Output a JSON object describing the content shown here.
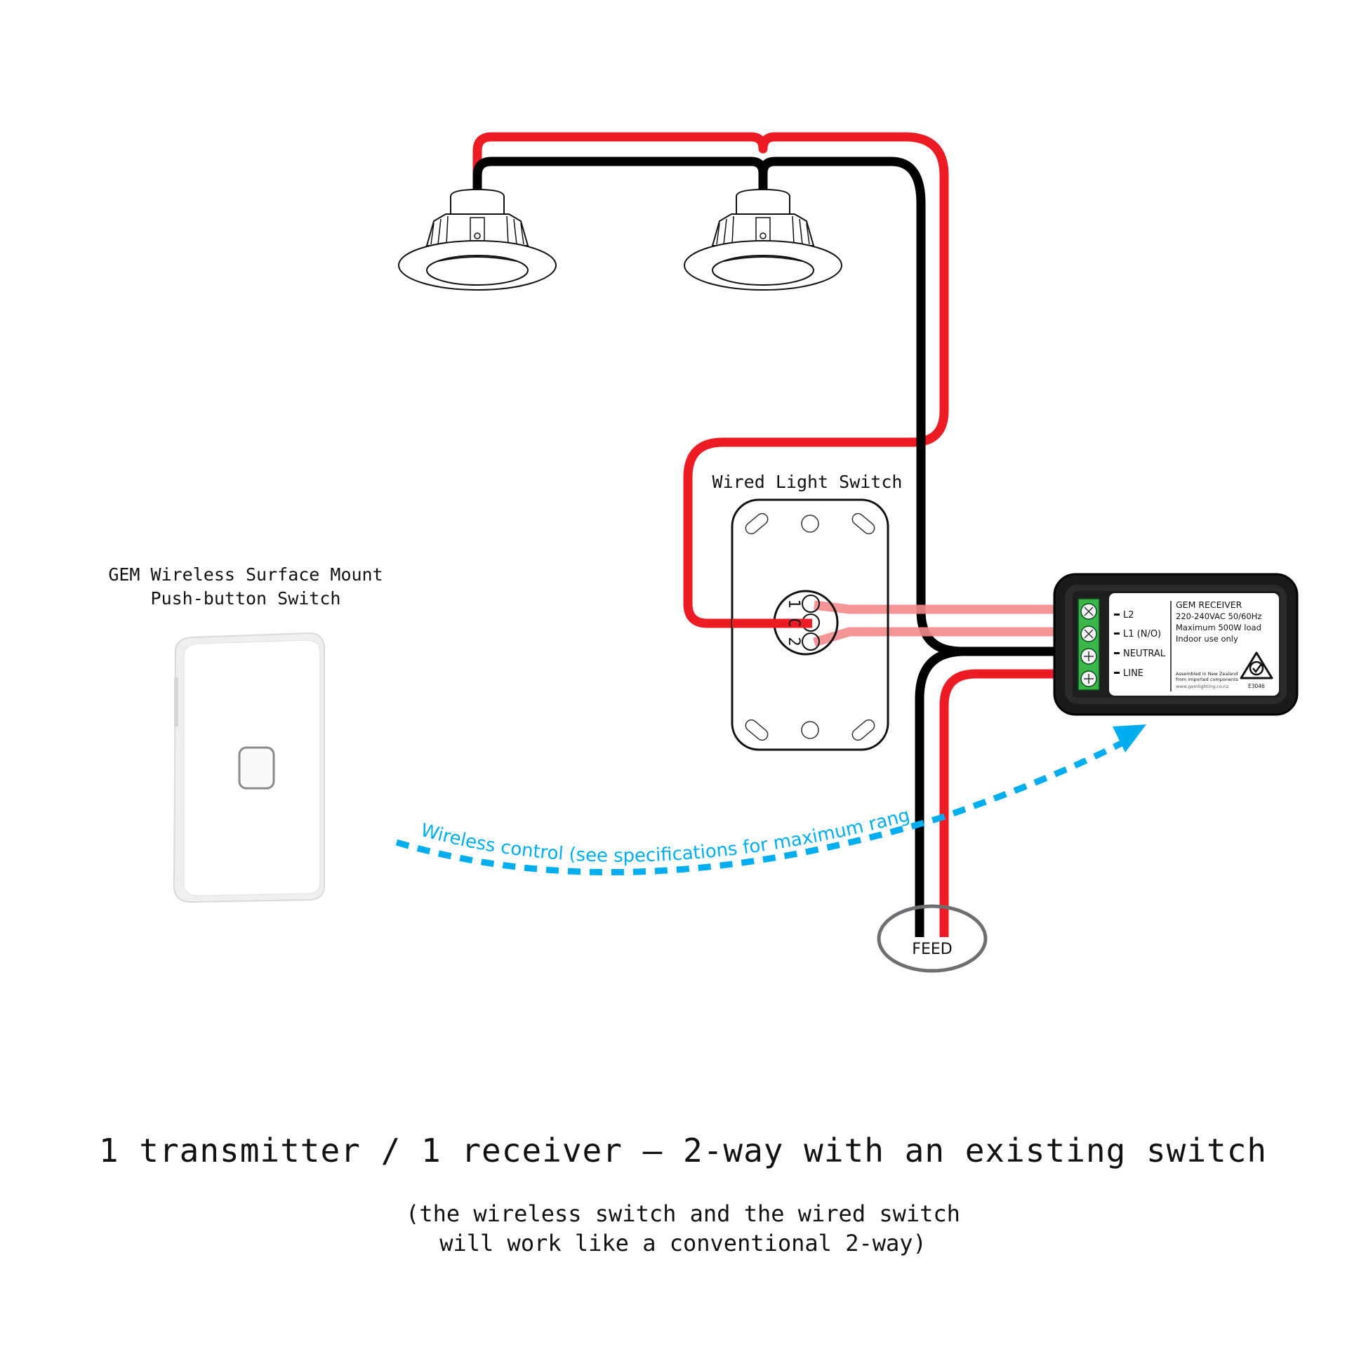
{
  "title": "1 transmitter / 1 receiver – 2-way with an existing switch",
  "subtitle_line1": "(the wireless switch and the wired switch",
  "subtitle_line2": "will work like a conventional 2-way)",
  "wireless_switch": {
    "label_line1": "GEM Wireless Surface Mount",
    "label_line2": "Push-button Switch"
  },
  "wired_switch": {
    "label": "Wired Light Switch",
    "terminals": [
      "1",
      "C",
      "2"
    ]
  },
  "wireless_link": {
    "label": "Wireless control (see specifications for maximum range)",
    "color": "#00aeef"
  },
  "receiver": {
    "terminals": [
      "L2",
      "L1 (N/O)",
      "NEUTRAL",
      "LINE"
    ],
    "name": "GEM RECEIVER",
    "spec_voltage": "220-240VAC 50/60Hz",
    "spec_load": "Maximum 500W load",
    "spec_use": "Indoor use only",
    "assembly_line1": "Assembled in New Zealand",
    "assembly_line2": "from imported components",
    "website": "www.gemlighting.co.nz",
    "cert_code": "E3046"
  },
  "feed": {
    "label": "FEED"
  },
  "colors": {
    "active_wire": "#ed1c24",
    "neutral_wire": "#000000",
    "switched_wire": "#f4898d",
    "terminal_block": "#39b54a",
    "feed_ring": "#6d6e71"
  }
}
